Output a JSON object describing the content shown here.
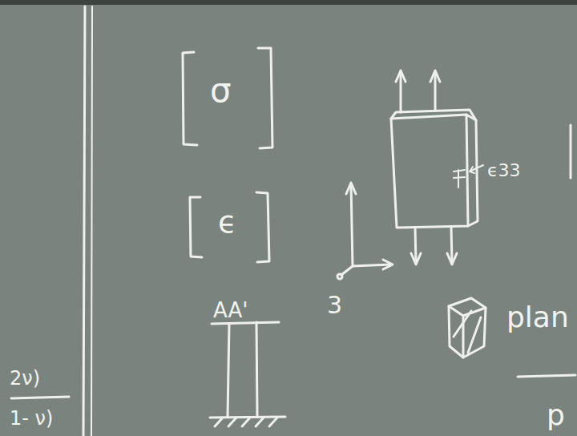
{
  "diagram": {
    "labels": [
      "σ",
      "ϵ",
      "ϵ33",
      "3",
      "AA'",
      "plan",
      "2ν)",
      "1- ν)",
      "p"
    ]
  }
}
